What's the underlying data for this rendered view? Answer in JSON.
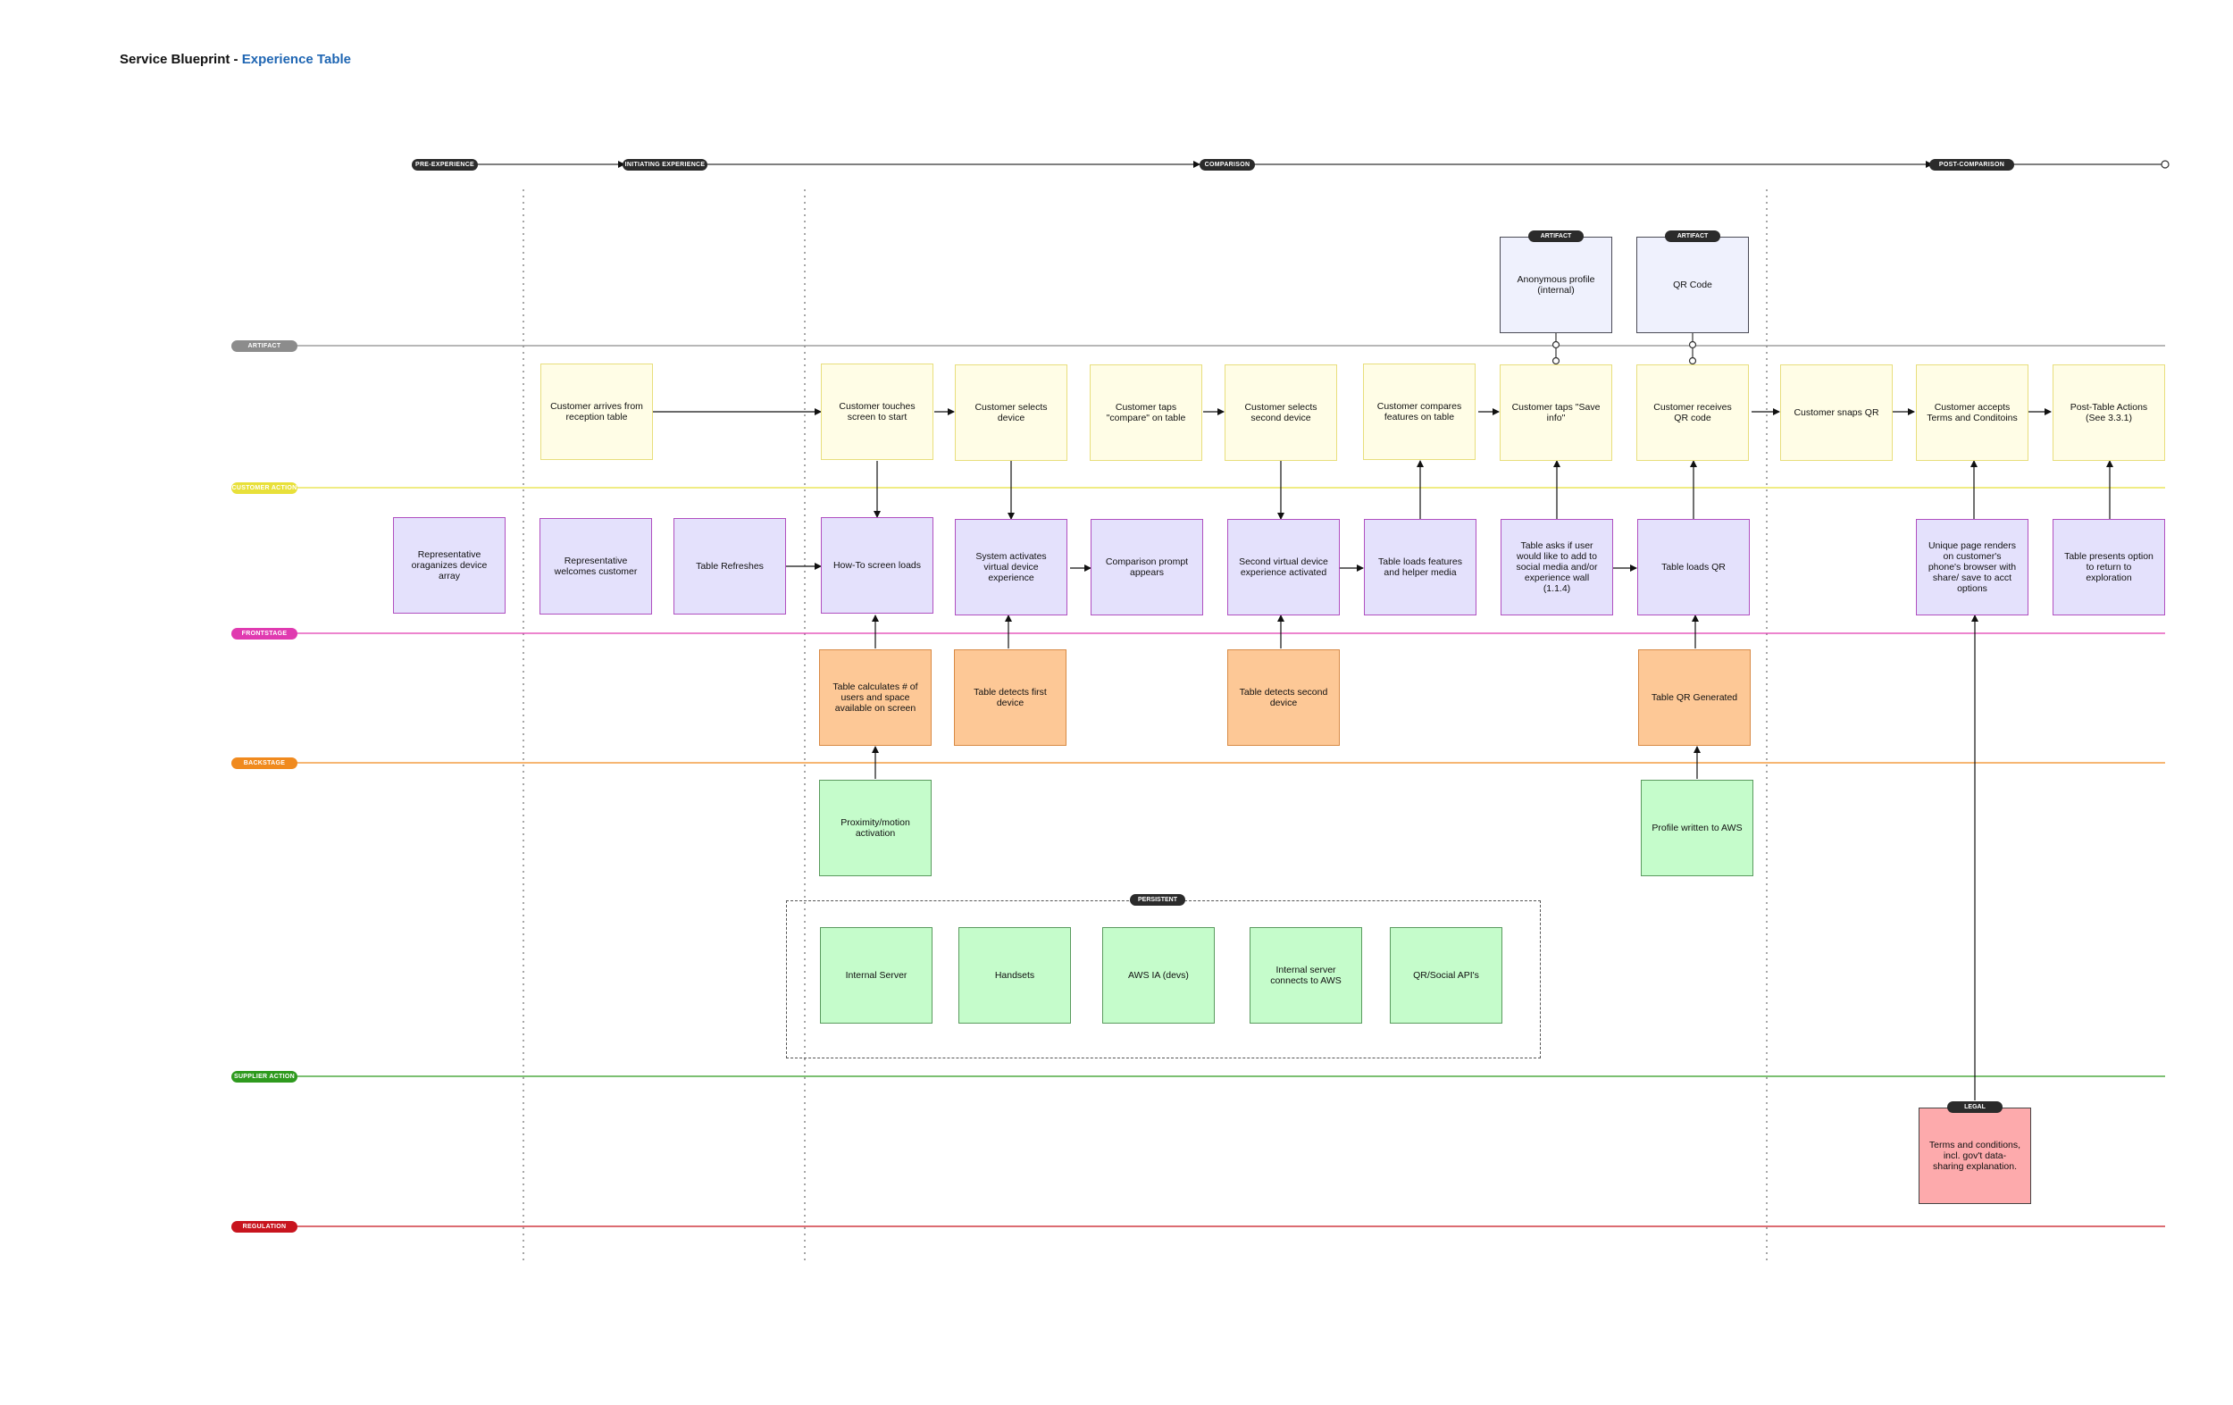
{
  "header": {
    "title_main": "Service Blueprint - ",
    "title_sub": "Experience Table"
  },
  "phases": {
    "pre": "PRE-EXPERIENCE",
    "initiating": "INITIATING EXPERIENCE",
    "comparison": "COMPARISON",
    "post": "POST-COMPARISON"
  },
  "lanes": {
    "artifact": "ARTIFACT",
    "customer_action": "CUSTOMER ACTION",
    "frontstage": "FRONTSTAGE",
    "backstage": "BACKSTAGE",
    "supplier_action": "SUPPLIER ACTION",
    "regulation": "REGULATION"
  },
  "lane_colors": {
    "artifact": "#8c8c8c",
    "customer_action": "#e8e03a",
    "frontstage": "#e03ab0",
    "backstage": "#f08a1e",
    "supplier_action": "#2e9a1e",
    "regulation": "#c8141e"
  },
  "tags": {
    "artifact": "ARTIFACT",
    "persistent": "PERSISTENT",
    "legal": "LEGAL"
  },
  "artifacts": {
    "anon_profile": "Anonymous profile (internal)",
    "qr_code": "QR Code"
  },
  "customer_actions": {
    "arrives": "Customer arrives from reception table",
    "touches": "Customer touches screen to start",
    "selects_device": "Customer selects device",
    "taps_compare": "Customer taps \"compare\" on table",
    "selects_second": "Customer selects second device",
    "compares": "Customer compares features on table",
    "taps_save": "Customer taps \"Save info\"",
    "receives_qr": "Customer receives QR code",
    "snaps_qr": "Customer snaps QR",
    "accepts_terms": "Customer accepts Terms and Conditoins",
    "post_table": "Post-Table Actions (See 3.3.1)"
  },
  "frontstage": {
    "organizes": "Representative oraganizes device array",
    "welcomes": "Representative welcomes customer",
    "refreshes": "Table Refreshes",
    "howto": "How-To screen loads",
    "activates": "System activates virtual device experience",
    "prompt": "Comparison prompt appears",
    "second_virtual": "Second virtual device experience activated",
    "loads_features": "Table loads features and helper media",
    "asks": "Table asks if user would like to add to social media and/or experience wall (1.1.4)",
    "loads_qr": "Table loads QR",
    "unique_page": "Unique page renders on customer's phone's browser with share/ save to acct options",
    "presents": "Table presents option to return to exploration"
  },
  "backstage": {
    "calculates": "Table calculates # of users and space available on screen",
    "detects_first": "Table detects first device",
    "detects_second": "Table detects second device",
    "qr_generated": "Table  QR Generated"
  },
  "support": {
    "proximity": "Proximity/motion activation",
    "aws_profile": "Profile written to AWS",
    "internal_server": "Internal Server",
    "handsets": "Handsets",
    "aws_ia": "AWS IA (devs)",
    "server_aws": "Internal server connects to AWS",
    "qr_social": "QR/Social API's"
  },
  "regulation": {
    "terms": "Terms and conditions, incl. gov't data-sharing explanation."
  }
}
